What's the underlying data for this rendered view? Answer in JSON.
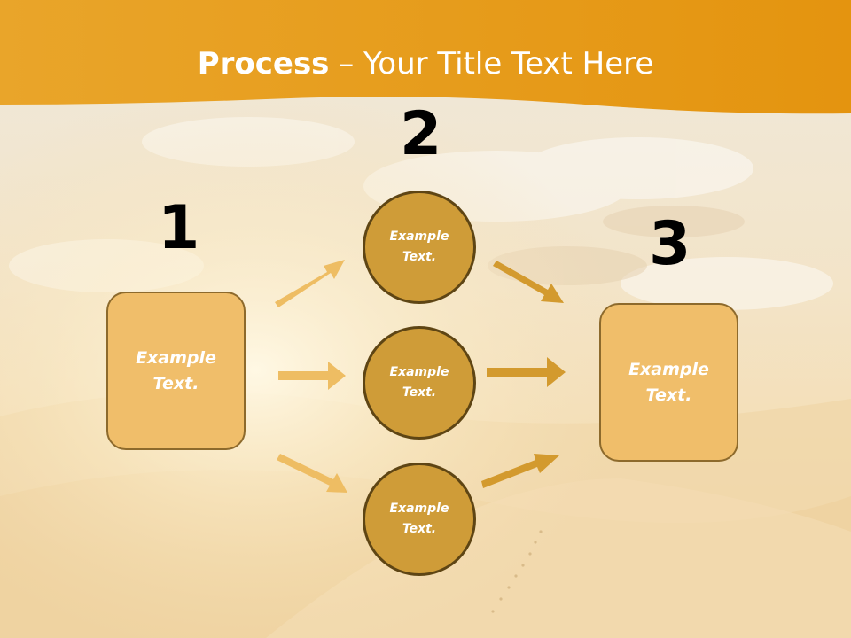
{
  "slide": {
    "title_bold": "Process",
    "title_rest": " – Your Title Text Here",
    "step_numbers": [
      "1",
      "2",
      "3"
    ],
    "left_box_text": "Example\nText.",
    "right_box_text": "Example\nText.",
    "circles": [
      "Example\nText.",
      "Example\nText.",
      "Example\nText."
    ]
  },
  "colors": {
    "banner": "#e8a01e",
    "box_fill": "#f0be6a",
    "circle_fill": "#cf9c38",
    "arrow_light": "#eebd63",
    "arrow_dark": "#d39a2e"
  }
}
